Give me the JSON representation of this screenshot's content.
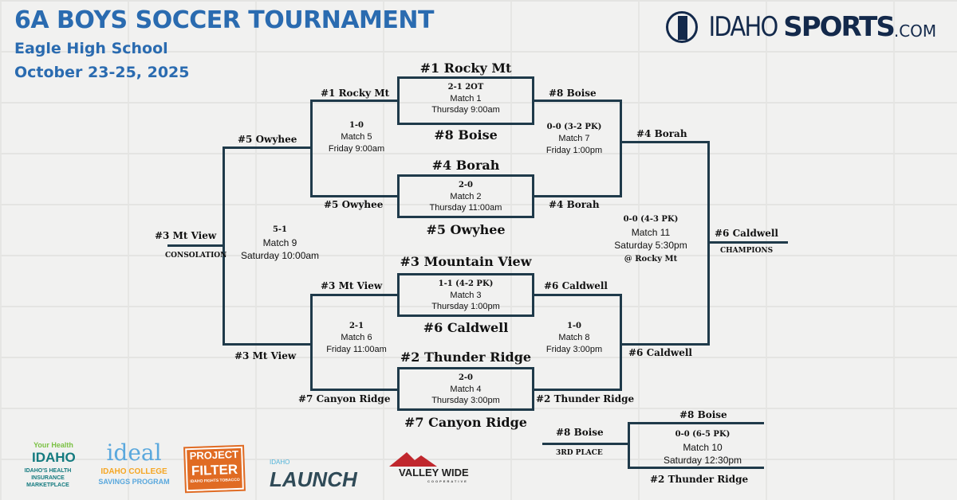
{
  "header": {
    "title": "6A BOYS SOCCER TOURNAMENT",
    "venue": "Eagle High School",
    "dates": "October 23-25, 2025"
  },
  "brand": {
    "logo_a": "IDAHO",
    "logo_b": "SPORTS",
    "logo_c": ".COM"
  },
  "matches": {
    "m1": {
      "top": "#1 Rocky Mt",
      "bottom": "#8 Boise",
      "score": "2-1 2OT",
      "name": "Match 1",
      "time": "Thursday 9:00am"
    },
    "m2": {
      "top": "#4 Borah",
      "bottom": "#5 Owyhee",
      "score": "2-0",
      "name": "Match 2",
      "time": "Thursday 11:00am"
    },
    "m3": {
      "top": "#3 Mountain View",
      "bottom": "#6 Caldwell",
      "score": "1-1 (4-2 PK)",
      "name": "Match 3",
      "time": "Thursday 1:00pm"
    },
    "m4": {
      "top": "#2 Thunder Ridge",
      "bottom": "#7 Canyon Ridge",
      "score": "2-0",
      "name": "Match 4",
      "time": "Thursday 3:00pm"
    },
    "m5": {
      "top": "#1 Rocky Mt",
      "bottom": "#5 Owyhee",
      "winner": "#5 Owyhee",
      "score": "1-0",
      "name": "Match 5",
      "time": "Friday 9:00am"
    },
    "m6": {
      "top": "#3 Mt View",
      "bottom": "#7 Canyon Ridge",
      "winner": "#3 Mt View",
      "score": "2-1",
      "name": "Match 6",
      "time": "Friday 11:00am"
    },
    "m7": {
      "top": "#8 Boise",
      "bottom": "#4 Borah",
      "winner": "#4 Borah",
      "score": "0-0 (3-2 PK)",
      "name": "Match 7",
      "time": "Friday 1:00pm"
    },
    "m8": {
      "top": "#6 Caldwell",
      "bottom": "#2 Thunder Ridge",
      "winner": "#6 Caldwell",
      "score": "1-0",
      "name": "Match 8",
      "time": "Friday 3:00pm"
    },
    "m9": {
      "winner": "#3 Mt View",
      "tag": "CONSOLATION",
      "score": "5-1",
      "name": "Match 9",
      "time": "Saturday 10:00am"
    },
    "m10": {
      "top": "#8 Boise",
      "bottom": "#2 Thunder Ridge",
      "winner": "#8 Boise",
      "tag": "3RD PLACE",
      "score": "0-0 (6-5 PK)",
      "name": "Match 10",
      "time": "Saturday 12:30pm"
    },
    "m11": {
      "winner": "#6 Caldwell",
      "tag": "CHAMPIONS",
      "score": "0-0 (4-3 PK)",
      "name": "Match 11",
      "time": "Saturday 5:30pm",
      "venue": "@ Rocky Mt"
    }
  },
  "sponsors": {
    "yhi_a": "Your Health",
    "yhi_b": "IDAHO",
    "yhi_c": "IDAHO'S HEALTH INSURANCE MARKETPLACE",
    "ideal_a": "ideal",
    "ideal_b": "IDAHO COLLEGE",
    "ideal_c": "SAVINGS PROGRAM",
    "pf_a": "PROJECT",
    "pf_b": "FILTER",
    "pf_c": "IDAHO FIGHTS TOBACCO",
    "launch_a": "IDAHO",
    "launch_b": "LAUNCH",
    "vw_a": "VALLEY WIDE",
    "vw_b": "COOPERATIVE"
  }
}
